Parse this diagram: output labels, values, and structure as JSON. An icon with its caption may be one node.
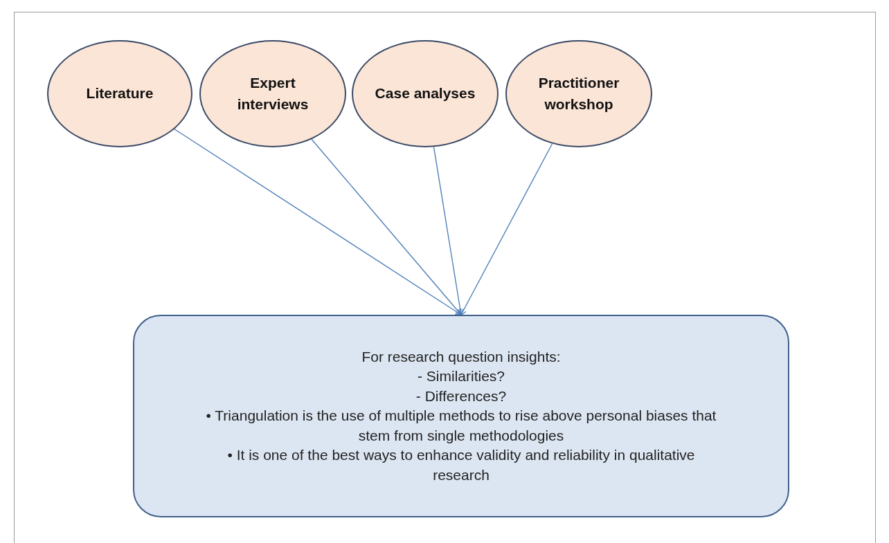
{
  "diagram": {
    "nodes": [
      {
        "text": [
          "Literature"
        ]
      },
      {
        "text": [
          "Expert interviews"
        ]
      },
      {
        "text": [
          "Case analyses"
        ]
      },
      {
        "text": [
          "Practitioner workshop"
        ]
      },
      {
        "text": [
          "For research question insights:",
          "- Similarities?",
          "- Differences?",
          "• Triangulation is the use of multiple methods to rise above personal biases that stem from single methodologies",
          "• It is one of the best ways to enhance validity and reliability in qualitative research"
        ]
      }
    ],
    "edges": [
      {
        "from": 0,
        "to": 4,
        "arrow": "to"
      },
      {
        "from": 1,
        "to": 4,
        "arrow": "to"
      },
      {
        "from": 2,
        "to": 4,
        "arrow": "to"
      },
      {
        "from": 3,
        "to": 4,
        "arrow": "to"
      }
    ]
  }
}
